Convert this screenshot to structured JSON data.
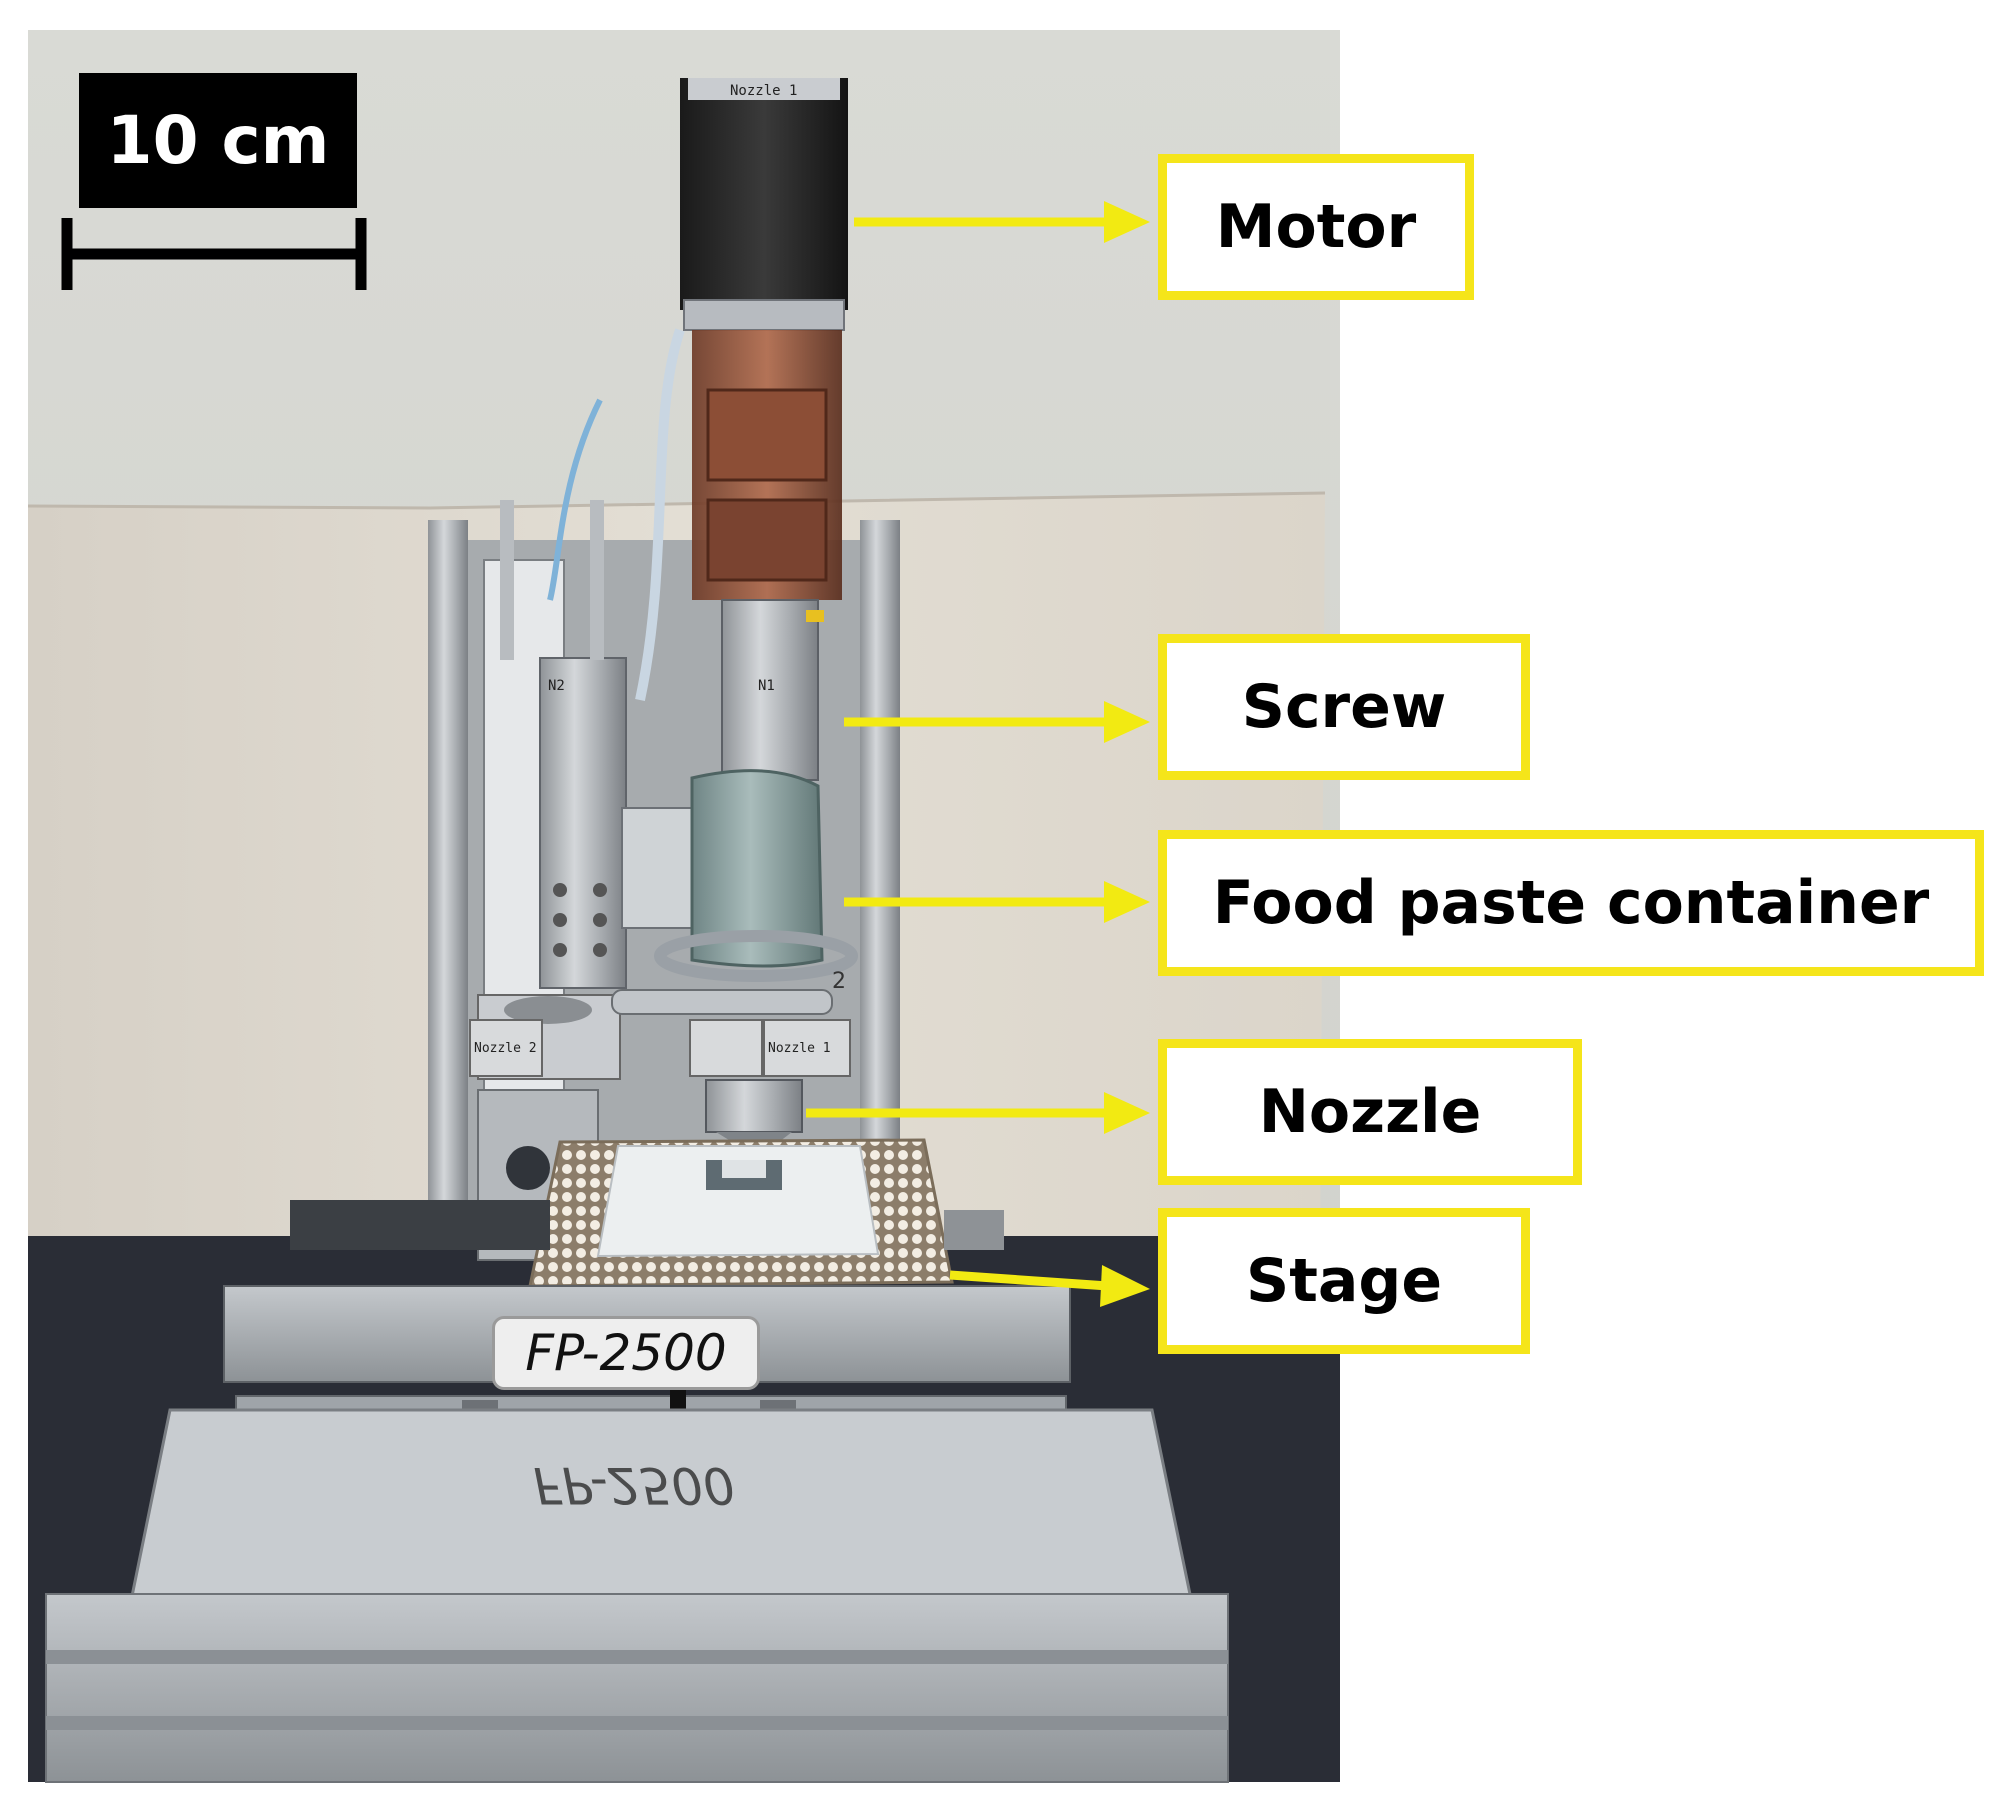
{
  "scale_bar": {
    "label": "10 cm"
  },
  "callouts": {
    "motor": "Motor",
    "screw": "Screw",
    "container": "Food paste container",
    "nozzle": "Nozzle",
    "stage": "Stage"
  },
  "device": {
    "model_label": "FP-2500",
    "reflection_label": "FP-2500",
    "part_labels": {
      "nozzle_1_motor": "Nozzle 1",
      "n2": "N2",
      "n1": "N1",
      "nozzle_2_clamp": "Nozzle 2",
      "nozzle_1_clamp": "Nozzle 1",
      "container_number": "2"
    }
  },
  "colors": {
    "callout_border": "#f5e51a",
    "arrow": "#f2ea12"
  }
}
